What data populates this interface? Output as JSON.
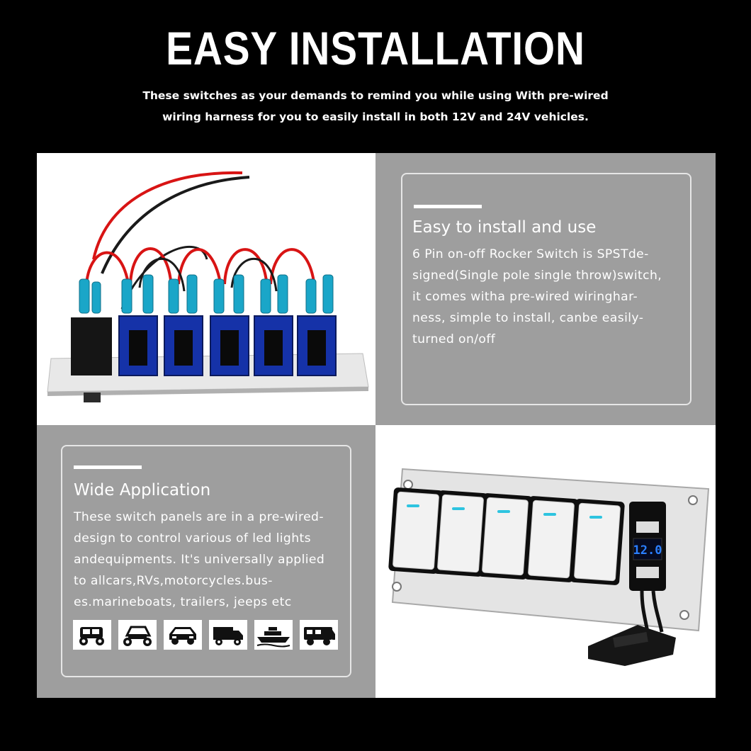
{
  "header": {
    "title": "EASY INSTALLATION",
    "subtitle_line1": "These switches as your demands to remind you while using With pre-wired",
    "subtitle_line2": "wiring harness for you to easily install in both 12V and 24V vehicles."
  },
  "feature_install": {
    "title": "Easy to install and use",
    "lines": [
      "6 Pin on-off Rocker Switch is SPSTde-",
      "signed(Single pole single throw)switch,",
      "it comes witha pre-wired wiringhar-",
      "ness, simple to install, canbe easily-",
      "turned on/off"
    ]
  },
  "feature_application": {
    "title": "Wide Application",
    "lines": [
      "These switch panels are in a pre-wired-",
      "design to control various of led lights",
      "andequipments. It's universally applied",
      "to allcars,RVs,motorcycles.bus-",
      "es.marineboats, trailers, jeeps etc"
    ],
    "icons": [
      "jeep-icon",
      "utv-icon",
      "car-icon",
      "truck-icon",
      "boat-icon",
      "rv-icon"
    ]
  },
  "voltmeter": {
    "reading": "12.0"
  },
  "colors": {
    "background": "#000000",
    "panel_gray": "#9e9e9e",
    "led_blue": "#2a7fff",
    "wire_red": "#e01010"
  }
}
